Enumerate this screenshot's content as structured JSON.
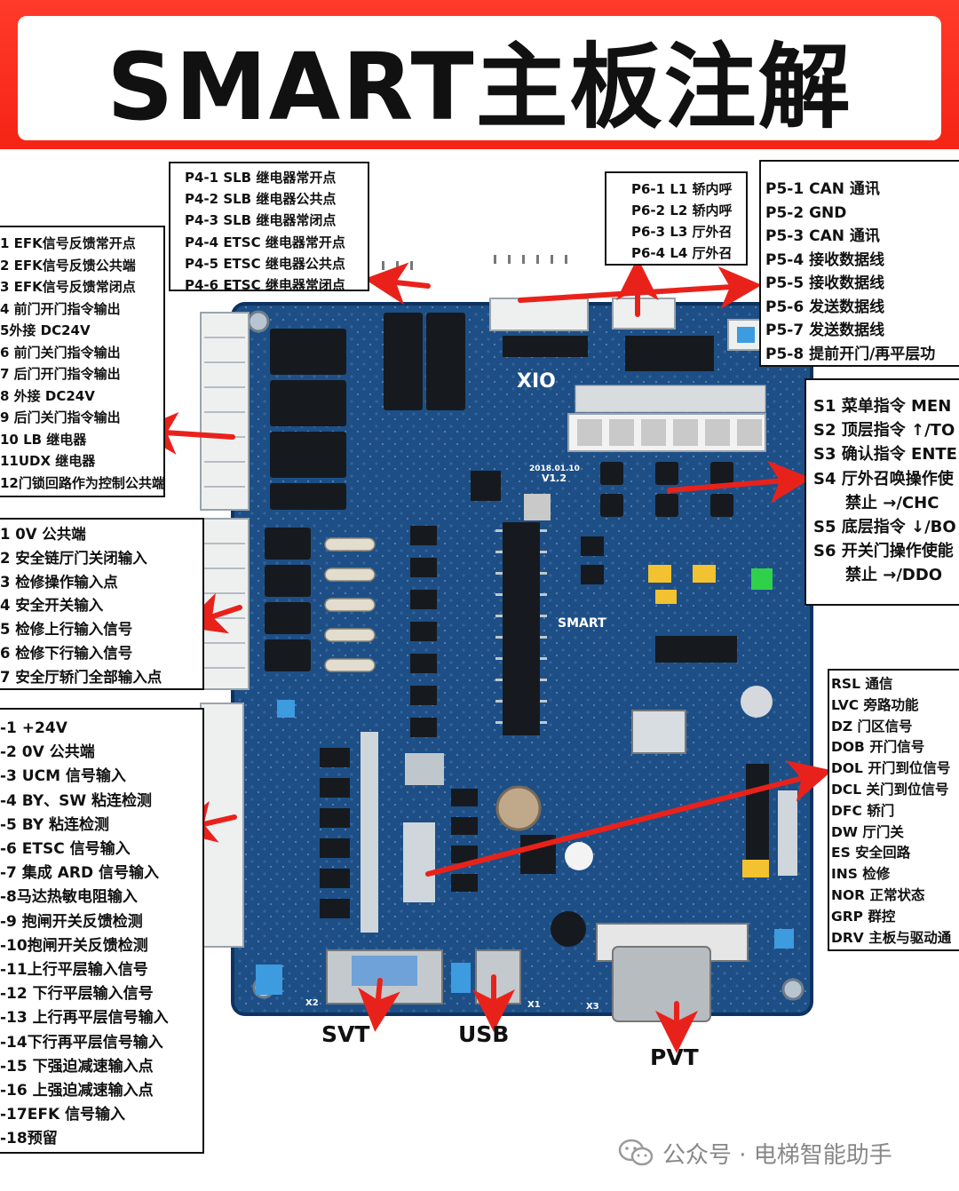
{
  "title": "SMART主板注解",
  "p4_box": [
    "P4-1  SLB 继电器常开点",
    "P4-2  SLB 继电器公共点",
    "P4-3  SLB 继电器常闭点",
    "P4-4  ETSC 继电器常开点",
    "P4-5  ETSC 继电器公共点",
    "P4-6  ETSC 继电器常闭点"
  ],
  "p6_box": [
    "P6-1 L1 轿内呼",
    "P6-2 L2 轿内呼",
    "P6-3 L3 厅外召",
    "P6-4 L4 厅外召"
  ],
  "p5_box": [
    "P5-1 CAN 通讯",
    "P5-2 GND",
    "P5-3  CAN 通讯",
    "P5-4  接收数据线",
    "P5-5  接收数据线",
    "P5-6 发送数据线",
    "P5-7 发送数据线",
    "P5-8  提前开门/再平层功"
  ],
  "left_box_1": [
    "1 EFK信号反馈常开点",
    "2 EFK信号反馈公共端",
    "3 EFK信号反馈常闭点",
    "4 前门开门指令输出",
    "5外接 DC24V",
    "6  前门关门指令输出",
    "7  后门开门指令输出",
    "8 外接 DC24V",
    "9 后门关门指令输出",
    "10 LB 继电器",
    "11UDX 继电器",
    "12门锁回路作为控制公共端"
  ],
  "left_box_2": [
    "1  0V 公共端",
    "2  安全链厅门关闭输入",
    "3 检修操作输入点",
    "4 安全开关输入",
    "5  检修上行输入信号",
    "6 检修下行输入信号",
    "7 安全厅轿门全部输入点"
  ],
  "left_box_3": [
    "-1 +24V",
    "-2 0V 公共端",
    "-3 UCM 信号输入",
    "-4 BY、SW 粘连检测",
    "-5 BY 粘连检测",
    "-6 ETSC 信号输入",
    "-7 集成 ARD 信号输入",
    "-8马达热敏电阻输入",
    "-9 抱闸开关反馈检测",
    "-10抱闸开关反馈检测",
    "-11上行平层输入信号",
    "-12 下行平层输入信号",
    "-13 上行再平层信号输入",
    "-14下行再平层信号输入",
    "-15 下强迫减速输入点",
    "-16 上强迫减速输入点",
    "-17EFK 信号输入",
    "-18预留"
  ],
  "s_box": [
    {
      "text": "S1 菜单指令 MEN",
      "indent": false
    },
    {
      "text": "S2 顶层指令 ↑/TO",
      "indent": false
    },
    {
      "text": "S3 确认指令 ENTE",
      "indent": false
    },
    {
      "text": "S4 厅外召唤操作使",
      "indent": false
    },
    {
      "text": "禁止 →/CHC",
      "indent": true
    },
    {
      "text": "S5 底层指令 ↓/BO",
      "indent": false
    },
    {
      "text": "S6 开关门操作使能",
      "indent": false
    },
    {
      "text": "禁止 →/DDO",
      "indent": true
    }
  ],
  "signal_box": [
    "RSL  通信",
    "LVC 旁路功能",
    "DZ 门区信号",
    "DOB 开门信号",
    "DOL 开门到位信号",
    "DCL 关门到位信号",
    "DFC 轿门",
    "DW 厅门关",
    "ES 安全回路",
    "INS 检修",
    "NOR 正常状态",
    "GRP 群控",
    "DRV 主板与驱动通"
  ],
  "ports": {
    "svt": "SVT",
    "usb": "USB",
    "pvt": "PVT"
  },
  "board_marks": {
    "xio": "XIO",
    "smart": "SMART",
    "date": "2018.01.10",
    "version": "V1.2",
    "x1": "X1",
    "x2": "X2",
    "x3": "X3"
  },
  "watermark": {
    "text": "公众号 · 电梯智能助手",
    "icon": "wechat-icon"
  },
  "colors": {
    "banner_red": "#f52415",
    "board_blue": "#1d4f86",
    "arrow_red": "#e8221b",
    "relay_black": "#161a1f",
    "connector_white": "#eef0f0",
    "led_green": "#2fd14a",
    "led_yellow": "#f2c230"
  }
}
